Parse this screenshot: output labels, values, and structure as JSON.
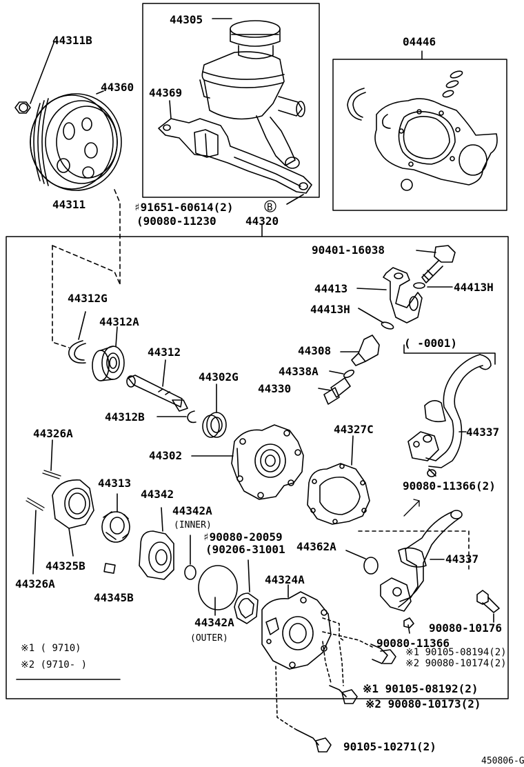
{
  "labels": {
    "p44311B": "44311B",
    "p44360": "44360",
    "p44311": "44311",
    "p44305": "44305",
    "p44369": "44369",
    "p04446": "04446",
    "p91651": "♯91651-60614(2)",
    "circleB": "B",
    "p90080_11230": "(90080-11230",
    "p44320": "44320",
    "p90401": "90401-16038",
    "p44413": "44413",
    "p44413H_right": "44413H",
    "p44413H_left": "44413H",
    "p44308": "44308",
    "p0001": "(      -0001)",
    "p44338A": "44338A",
    "p44330": "44330",
    "p44312G": "44312G",
    "p44312A": "44312A",
    "p44312": "44312",
    "p44302G": "44302G",
    "p44312B": "44312B",
    "p44326A_top": "44326A",
    "p44302": "44302",
    "p44327C": "44327C",
    "p44337_top": "44337",
    "p90080_11366_2": "90080-11366(2)",
    "p44313": "44313",
    "p44342": "44342",
    "p44342A_inner": "44342A",
    "inner": "(INNER)",
    "p90080_20059": "♯90080-20059",
    "p90206_31001": "(90206-31001",
    "p44362A": "44362A",
    "p44337_bottom": "44337",
    "p44325B": "44325B",
    "p44326A_bottom": "44326A",
    "p44345B": "44345B",
    "p44324A": "44324A",
    "p44342A_outer": "44342A",
    "outer": "(OUTER)",
    "p90080_11366": "90080-11366",
    "p90080_10176": "90080-10176",
    "p90105_08194": "※1 90105-08194(2)",
    "p90080_10174": "※2 90080-10174(2)",
    "p90105_08192": "※1  90105-08192(2)",
    "p90080_10173": "※2 90080-10173(2)",
    "p90105_10271": "90105-10271(2)",
    "legend1": "※1 (        9710)",
    "legend2": "※2 (9710-        )",
    "figure_code": "450806-G"
  }
}
